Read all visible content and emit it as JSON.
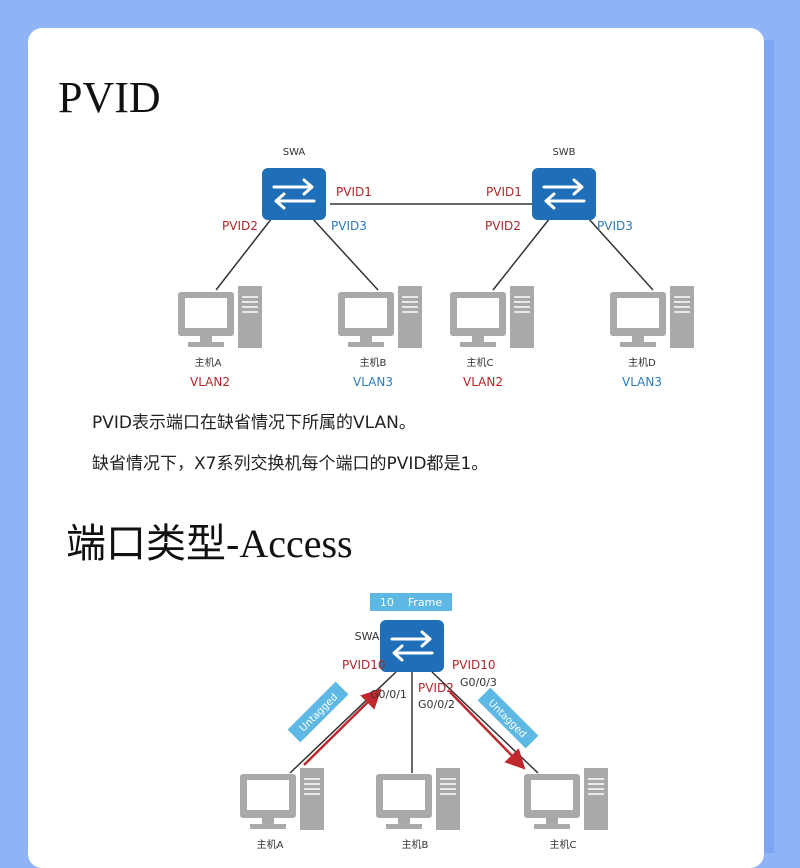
{
  "sections": [
    {
      "title": "PVID",
      "diagram": {
        "switches": [
          "SWA",
          "SWB"
        ],
        "port_labels": {
          "swa_left": "PVID2",
          "swa_right_top": "PVID1",
          "swa_right": "PVID3",
          "swb_left_top": "PVID1",
          "swb_left": "PVID2",
          "swb_right": "PVID3"
        },
        "hosts": [
          {
            "name": "主机A",
            "vlan": "VLAN2"
          },
          {
            "name": "主机B",
            "vlan": "VLAN3"
          },
          {
            "name": "主机C",
            "vlan": "VLAN2"
          },
          {
            "name": "主机D",
            "vlan": "VLAN3"
          }
        ]
      },
      "paragraphs": [
        "PVID表示端口在缺省情况下所属的VLAN。",
        "缺省情况下，X7系列交换机每个端口的PVID都是1。"
      ]
    },
    {
      "title": "端口类型-Access",
      "diagram": {
        "frame_label": "10    Frame",
        "switch": "SWA",
        "port_labels": {
          "left_pvid": "PVID10",
          "left_port": "G0/0/1",
          "mid_pvid": "PVID2",
          "mid_port": "G0/0/2",
          "right_pvid": "PVID10",
          "right_port": "G0/0/3"
        },
        "tags": [
          "Untagged",
          "Untagged"
        ],
        "hosts": [
          "主机A",
          "主机B",
          "主机C"
        ]
      }
    }
  ],
  "colors": {
    "background": "#8fb3f7",
    "switch_blue": "#1f6fb8",
    "vlan2_red": "#b3262a",
    "vlan3_blue": "#2a7bbd",
    "tag_bg": "#5db8e3",
    "arrow_red": "#c0282d"
  }
}
